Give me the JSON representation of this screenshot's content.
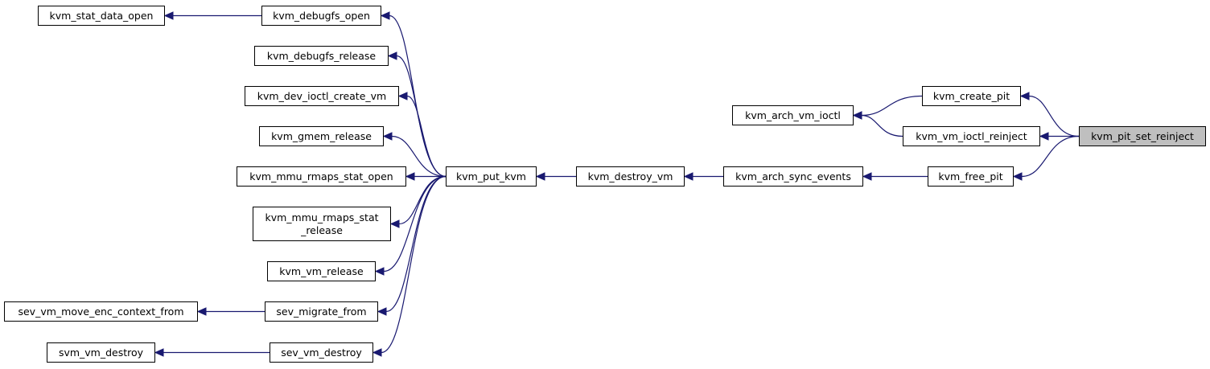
{
  "graph_title": "",
  "nodes": {
    "kvm_stat_data_open": "kvm_stat_data_open",
    "kvm_debugfs_open": "kvm_debugfs_open",
    "kvm_debugfs_release": "kvm_debugfs_release",
    "kvm_dev_ioctl_create_vm": "kvm_dev_ioctl_create_vm",
    "kvm_gmem_release": "kvm_gmem_release",
    "kvm_mmu_rmaps_stat_open": "kvm_mmu_rmaps_stat_open",
    "kvm_mmu_rmaps_stat_release": "kvm_mmu_rmaps_stat\n_release",
    "kvm_vm_release": "kvm_vm_release",
    "sev_vm_move_enc_context_from": "sev_vm_move_enc_context_from",
    "sev_migrate_from": "sev_migrate_from",
    "svm_vm_destroy": "svm_vm_destroy",
    "sev_vm_destroy": "sev_vm_destroy",
    "kvm_put_kvm": "kvm_put_kvm",
    "kvm_destroy_vm": "kvm_destroy_vm",
    "kvm_arch_sync_events": "kvm_arch_sync_events",
    "kvm_arch_vm_ioctl": "kvm_arch_vm_ioctl",
    "kvm_create_pit": "kvm_create_pit",
    "kvm_vm_ioctl_reinject": "kvm_vm_ioctl_reinject",
    "kvm_free_pit": "kvm_free_pit",
    "kvm_pit_set_reinject": "kvm_pit_set_reinject"
  },
  "highlighted_node": "kvm_pit_set_reinject",
  "edges": [
    [
      "kvm_stat_data_open",
      "kvm_debugfs_open"
    ],
    [
      "kvm_debugfs_open",
      "kvm_put_kvm"
    ],
    [
      "kvm_debugfs_release",
      "kvm_put_kvm"
    ],
    [
      "kvm_dev_ioctl_create_vm",
      "kvm_put_kvm"
    ],
    [
      "kvm_gmem_release",
      "kvm_put_kvm"
    ],
    [
      "kvm_mmu_rmaps_stat_open",
      "kvm_put_kvm"
    ],
    [
      "kvm_mmu_rmaps_stat_release",
      "kvm_put_kvm"
    ],
    [
      "kvm_vm_release",
      "kvm_put_kvm"
    ],
    [
      "sev_vm_move_enc_context_from",
      "sev_migrate_from"
    ],
    [
      "sev_migrate_from",
      "kvm_put_kvm"
    ],
    [
      "svm_vm_destroy",
      "sev_vm_destroy"
    ],
    [
      "sev_vm_destroy",
      "kvm_put_kvm"
    ],
    [
      "kvm_put_kvm",
      "kvm_destroy_vm"
    ],
    [
      "kvm_destroy_vm",
      "kvm_arch_sync_events"
    ],
    [
      "kvm_arch_sync_events",
      "kvm_free_pit"
    ],
    [
      "kvm_arch_vm_ioctl",
      "kvm_create_pit"
    ],
    [
      "kvm_arch_vm_ioctl",
      "kvm_vm_ioctl_reinject"
    ],
    [
      "kvm_create_pit",
      "kvm_pit_set_reinject"
    ],
    [
      "kvm_vm_ioctl_reinject",
      "kvm_pit_set_reinject"
    ],
    [
      "kvm_free_pit",
      "kvm_pit_set_reinject"
    ]
  ],
  "colors": {
    "edge": "#191970",
    "node_border": "#000000",
    "node_fill": "#ffffff",
    "highlight_fill": "#bfbfbf"
  }
}
